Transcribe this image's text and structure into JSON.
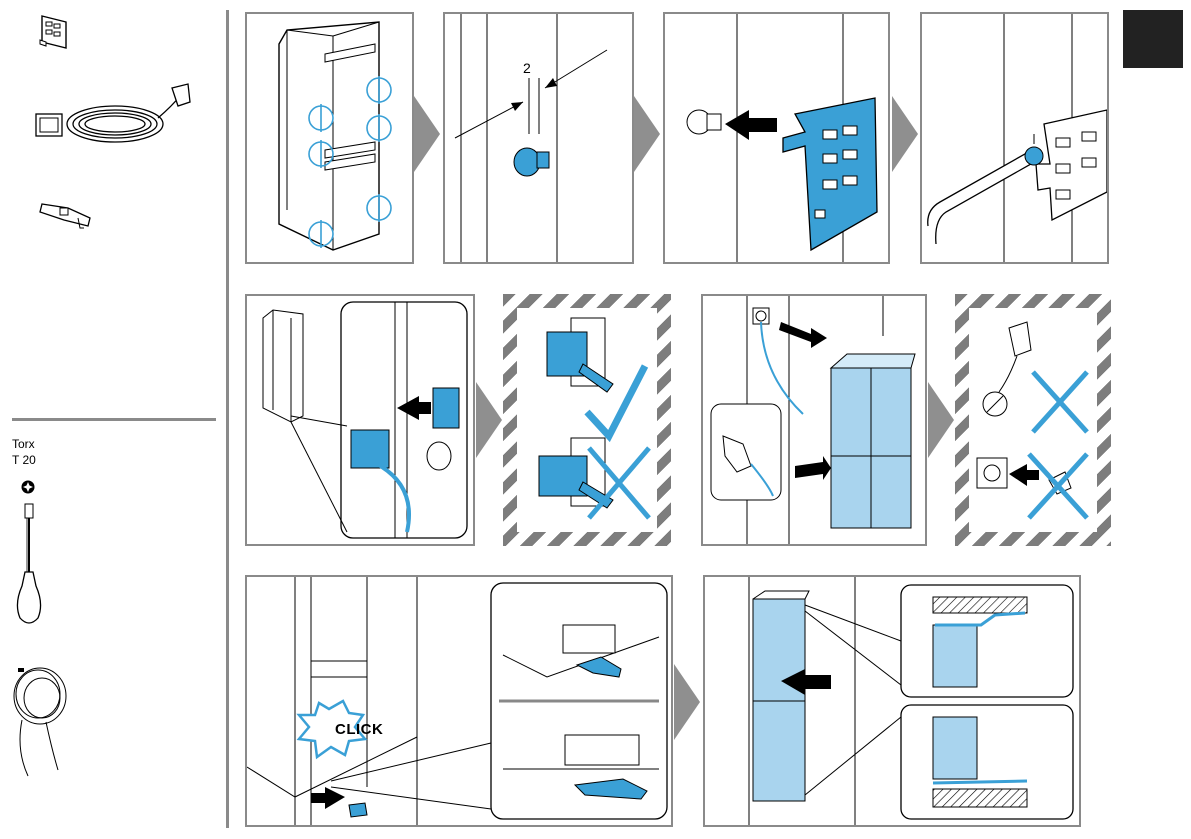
{
  "sidebar": {
    "tool_name": "Torx",
    "tool_size": "T 20"
  },
  "steps": {
    "screw_count": "2",
    "click_label": "CLICK"
  },
  "colors": {
    "accent_blue": "#3aa0d6",
    "light_blue": "#a9d4ee",
    "hatch_gray": "#7d7d7d",
    "frame_gray": "#8a8a8a",
    "tab_black": "#222222"
  },
  "icons": [
    "bracket-icon",
    "power-cable-icon",
    "clip-icon",
    "torx-bit-icon",
    "screwdriver-icon",
    "wire-icon",
    "checkmark-icon",
    "cross-icon",
    "arrow-icon"
  ]
}
